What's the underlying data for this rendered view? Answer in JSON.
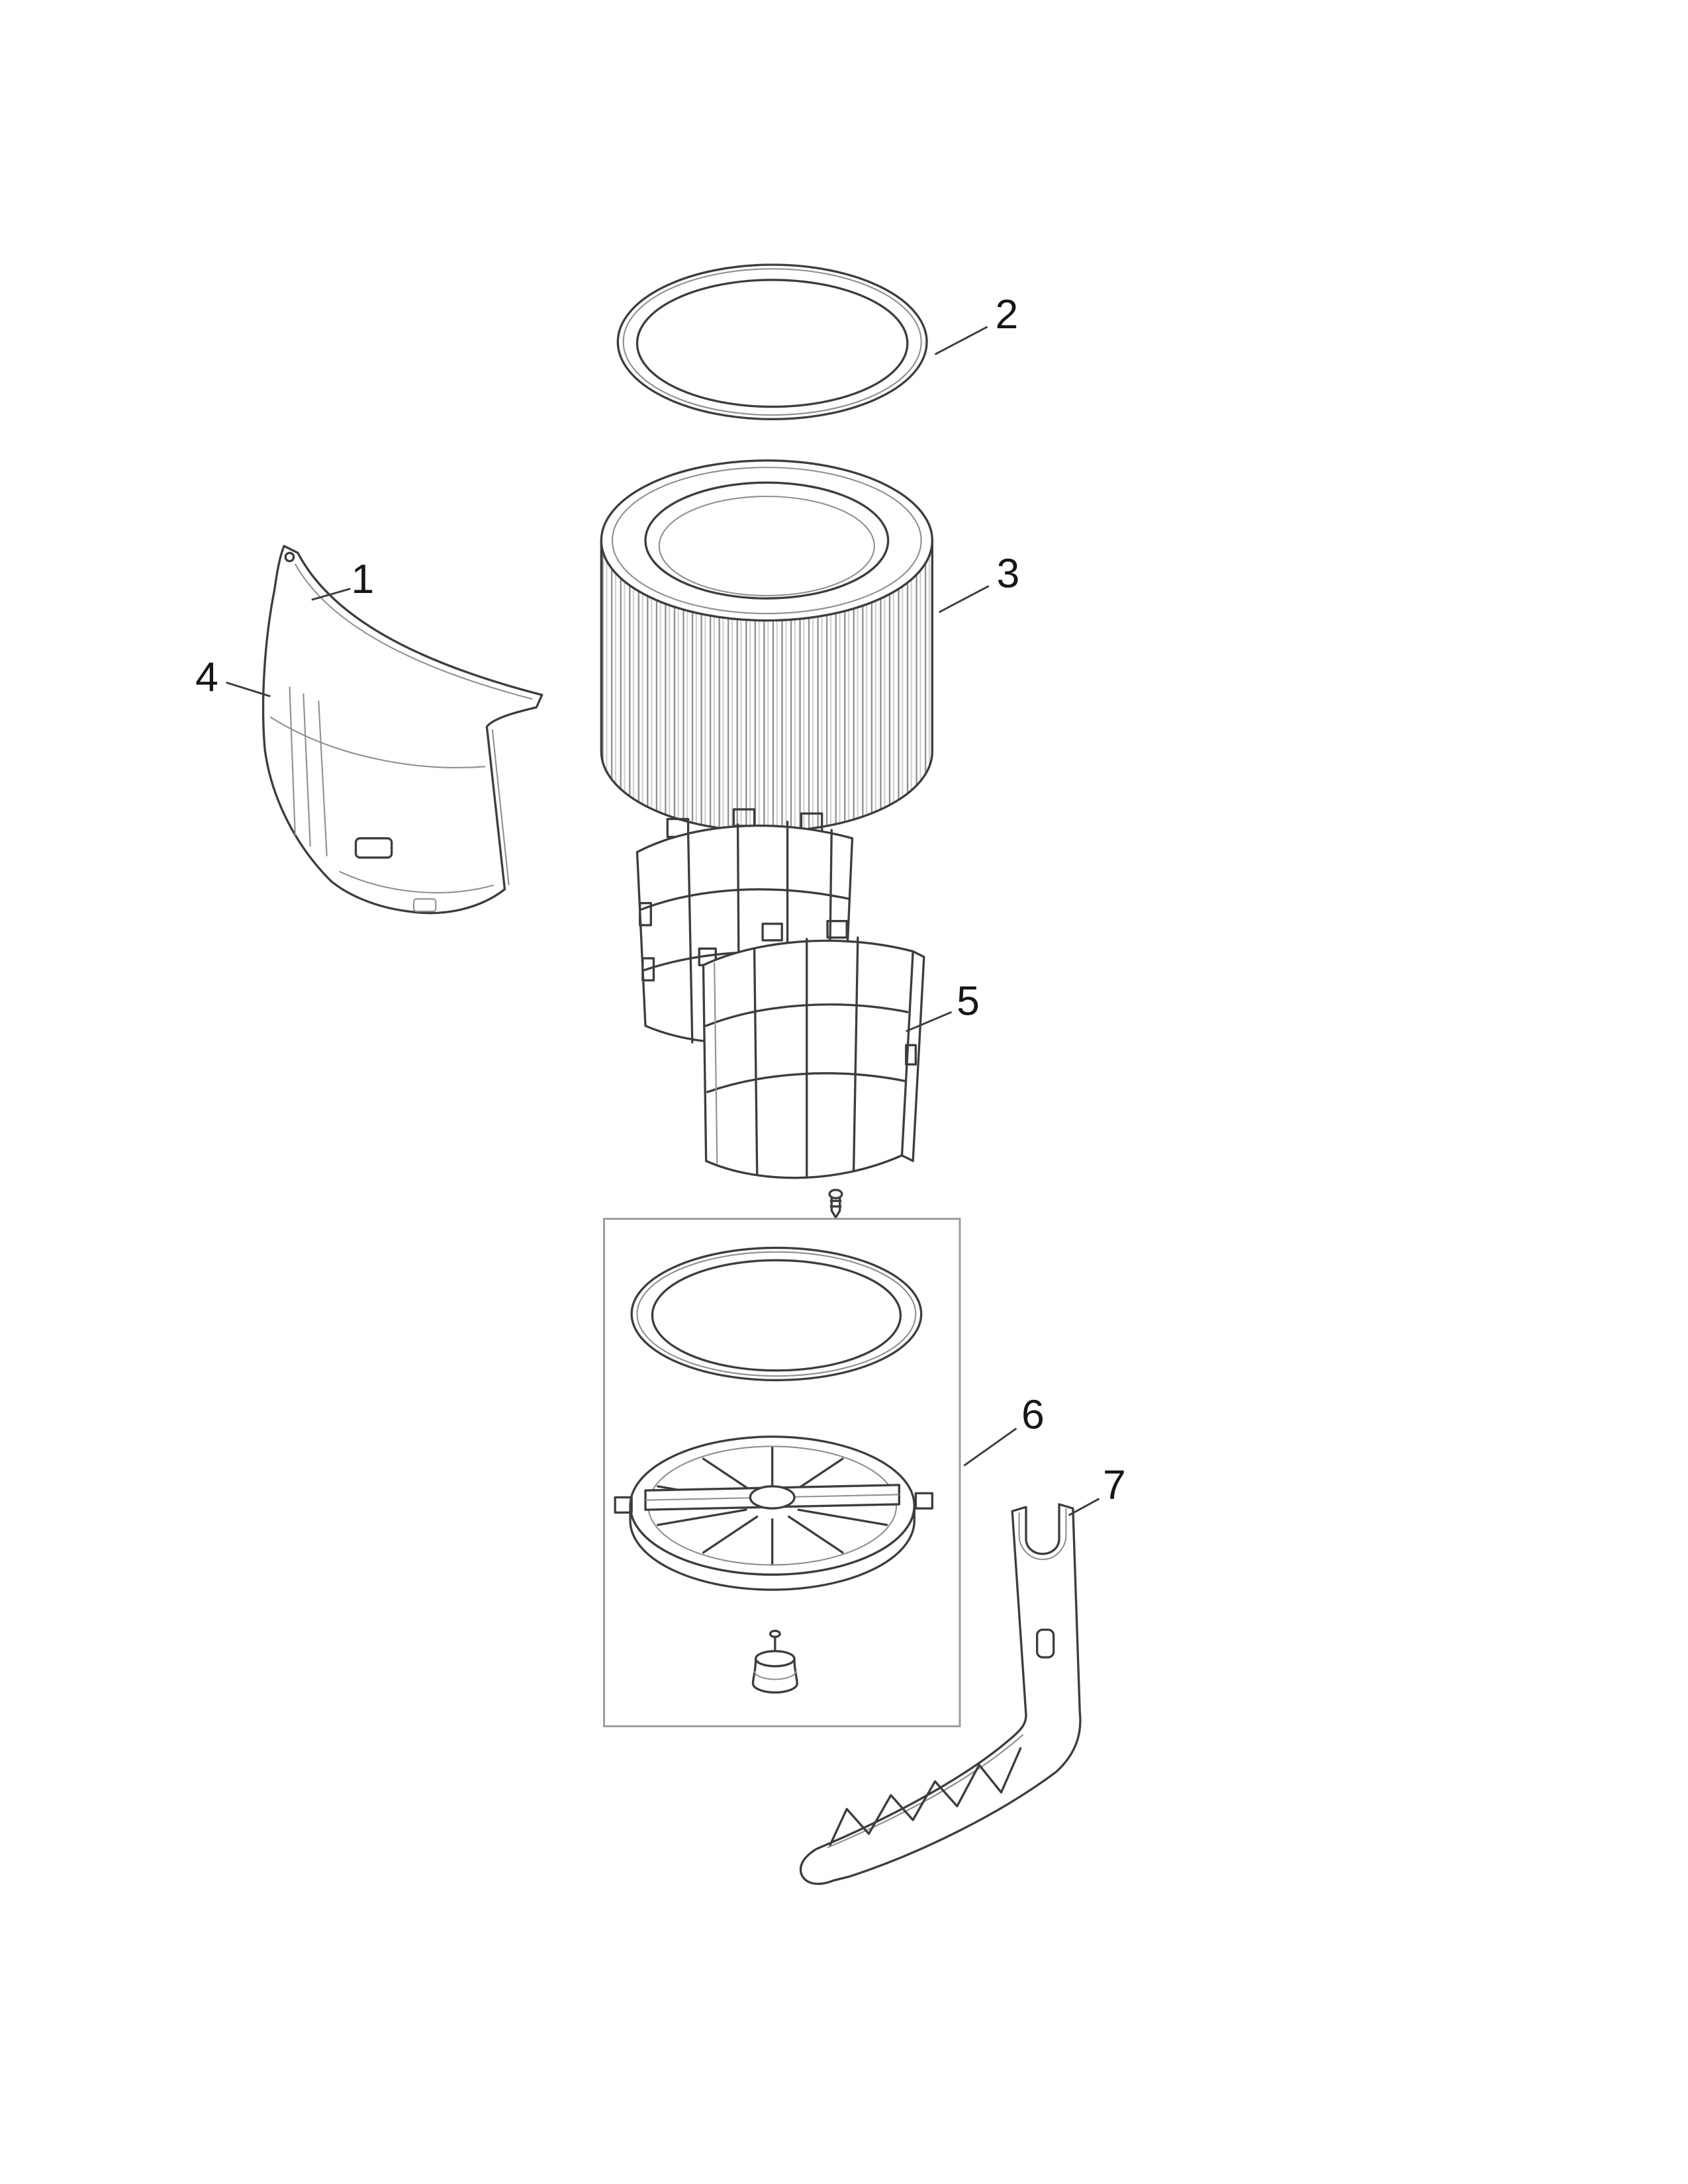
{
  "figure": {
    "background_color": "#ffffff",
    "line_color": "#3d3d3d",
    "kit_box_color": "#9a9a9a"
  },
  "callouts": [
    {
      "label": "1"
    },
    {
      "label": "2"
    },
    {
      "label": "3"
    },
    {
      "label": "4"
    },
    {
      "label": "5"
    },
    {
      "label": "6"
    },
    {
      "label": "7"
    }
  ]
}
